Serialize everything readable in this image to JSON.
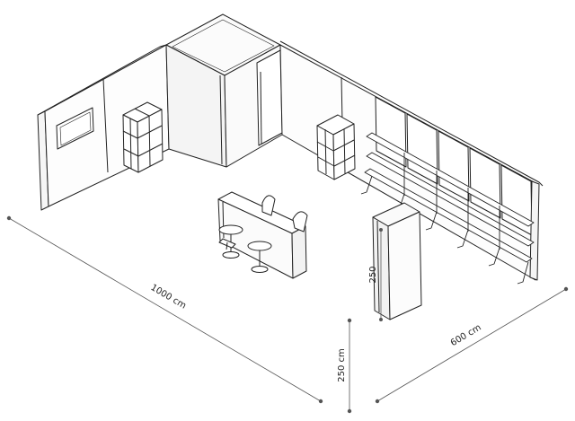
{
  "dimensions": {
    "width_label": "1000 cm",
    "depth_label": "600 cm",
    "height_label": "250 cm",
    "partition_height_label": "250"
  },
  "colors": {
    "line": "#222222",
    "dim_line": "#555555",
    "background": "#ffffff",
    "wall_shade": "#f4f4f4"
  }
}
